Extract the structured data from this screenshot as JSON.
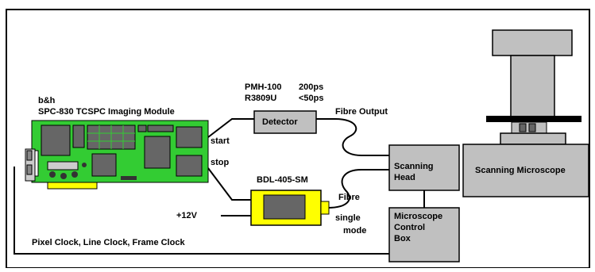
{
  "card": {
    "brand": "b&h",
    "title": "SPC-830 TCSPC Imaging Module",
    "start_label": "start",
    "stop_label": "stop"
  },
  "detector": {
    "label": "Detector",
    "model_1": "PMH-100",
    "model_2": "R3809U",
    "time_1": "200ps",
    "time_2": "<50ps",
    "fibre_output": "Fibre Output"
  },
  "laser": {
    "label": "BDL-405-SM",
    "fibre_label": "Fibre",
    "single_label": "single",
    "mode_label": "mode",
    "power_label": "+12V"
  },
  "scanning_head": {
    "line1": "Scanning",
    "line2": "Head"
  },
  "microscope": {
    "label": "Scanning Microscope"
  },
  "control_box": {
    "line1": "Microscope",
    "line2": "Control",
    "line3": "Box"
  },
  "clock_label": "Pixel Clock, Line Clock, Frame Clock",
  "colors": {
    "card_green": "#33cc33",
    "card_yellow": "#ffff00",
    "chip_gray": "#666666",
    "box_gray": "#c0c0c0",
    "laser_yellow": "#ffff00"
  }
}
